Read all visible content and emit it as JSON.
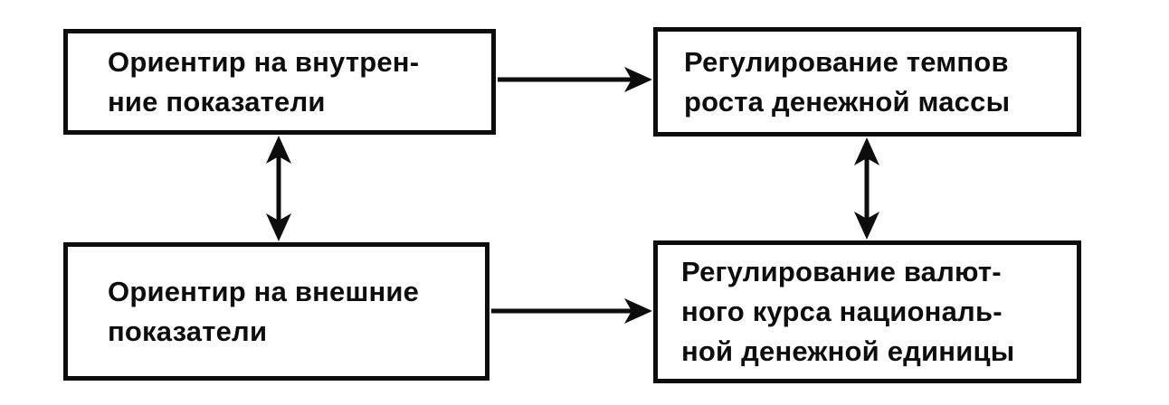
{
  "diagram": {
    "description": "Flow diagram linking monetary-policy orientations to regulation targets",
    "language": "ru",
    "colors": {
      "ink": "#0d0d0d",
      "background": "#ffffff"
    },
    "nodes": {
      "top_left": {
        "id": "orientir-vnutrennie",
        "lines": [
          "Ориентир на внутрен-",
          "ние показатели"
        ],
        "full_text": "Ориентир на внутренние показатели"
      },
      "top_right": {
        "id": "regulirovanie-tempov",
        "lines": [
          "Регулирование темпов",
          "роста денежной массы"
        ],
        "full_text": "Регулирование темпов роста денежной массы"
      },
      "bottom_left": {
        "id": "orientir-vneshnie",
        "lines": [
          "Ориентир на внешние",
          "показатели"
        ],
        "full_text": "Ориентир на внешние показатели"
      },
      "bottom_right": {
        "id": "regulirovanie-valyutnogo-kursa",
        "lines": [
          "Регулирование валют-",
          "ного курса националь-",
          "ной денежной единицы"
        ],
        "full_text": "Регулирование валютного курса национальной денежной единицы"
      }
    },
    "edges": [
      {
        "from": "top_left",
        "to": "top_right",
        "type": "arrow",
        "direction": "right",
        "heads": 1
      },
      {
        "from": "bottom_left",
        "to": "bottom_right",
        "type": "arrow",
        "direction": "right",
        "heads": 1
      },
      {
        "from": "top_left",
        "to": "bottom_left",
        "type": "arrow",
        "direction": "vertical",
        "heads": 2
      },
      {
        "from": "top_right",
        "to": "bottom_right",
        "type": "arrow",
        "direction": "vertical",
        "heads": 2
      }
    ]
  }
}
